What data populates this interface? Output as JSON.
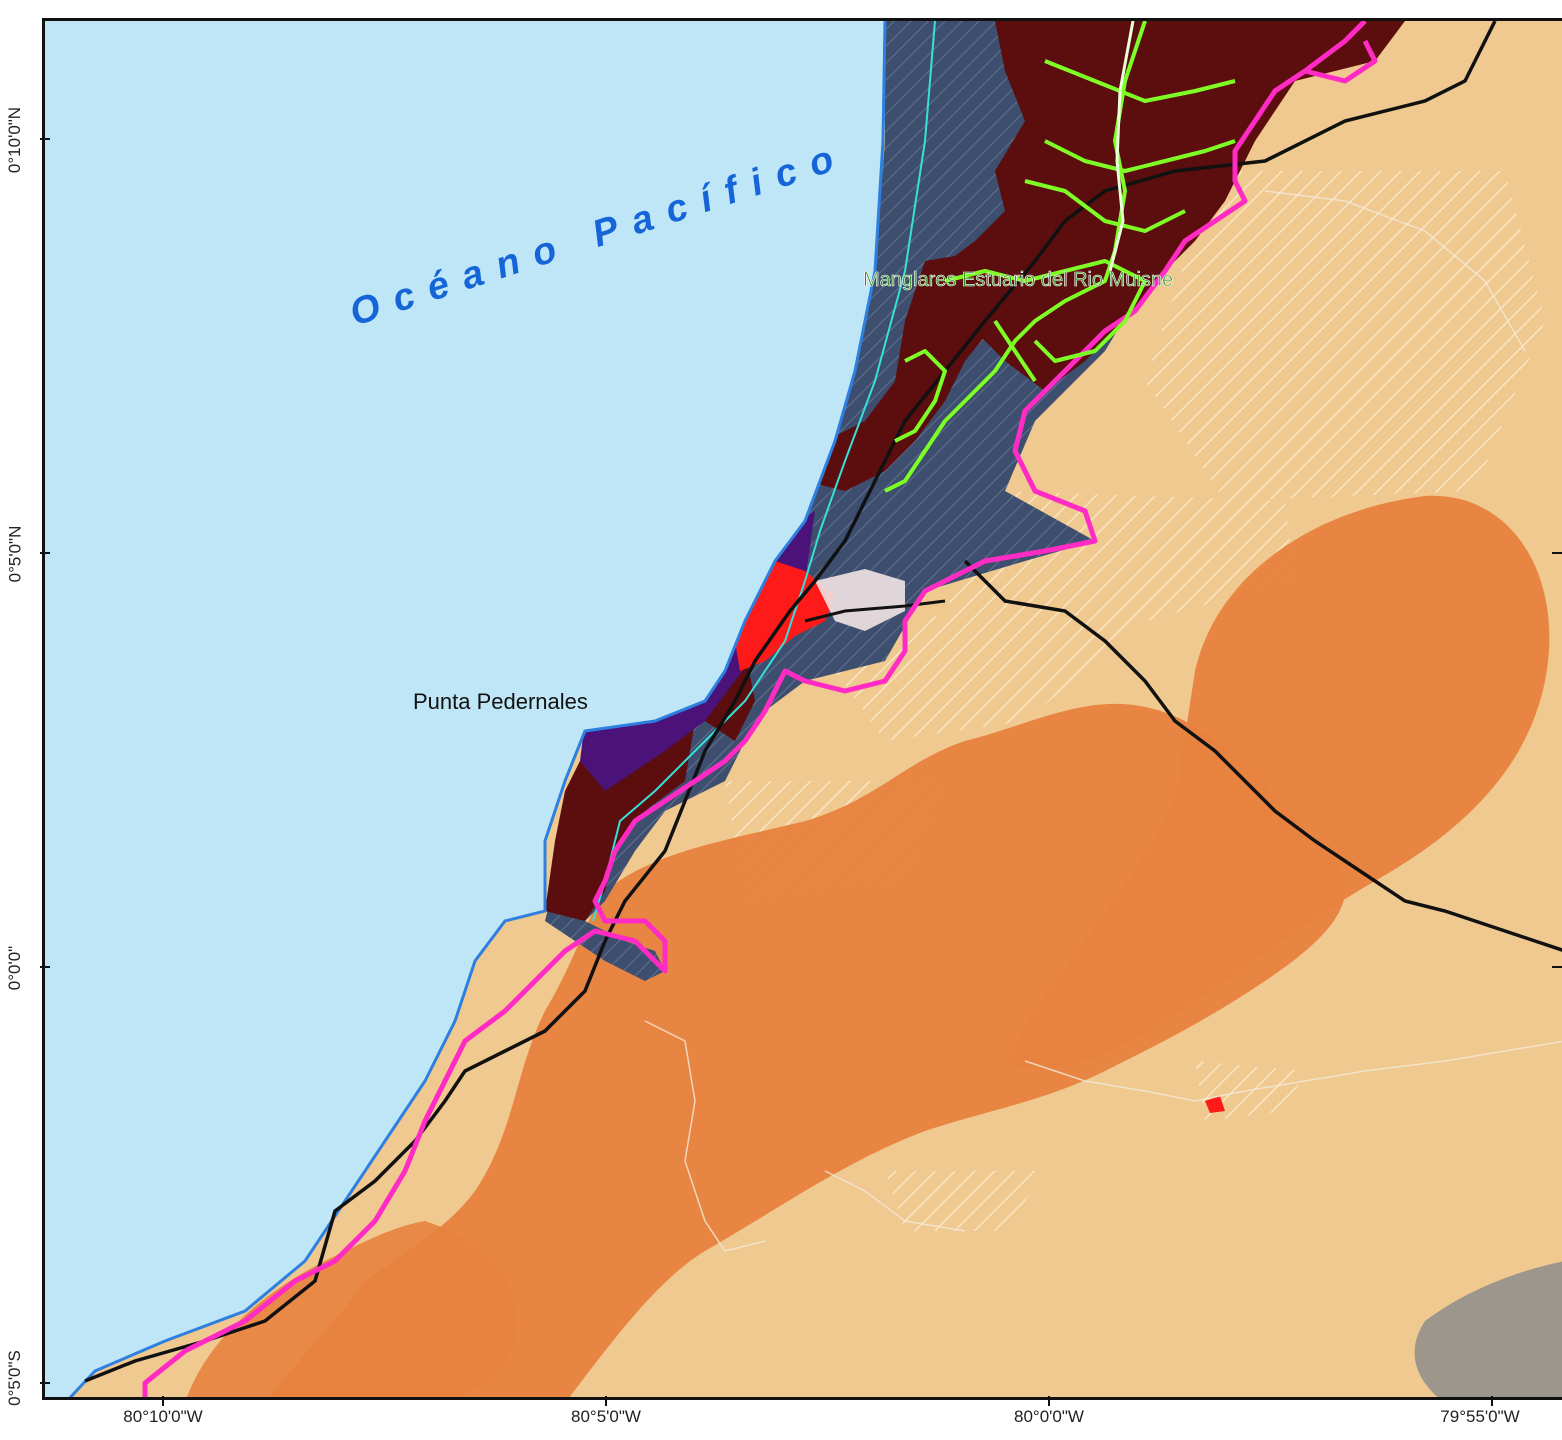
{
  "map": {
    "ocean_label": "Océano Pacífico",
    "place_label": "Punta Pedernales",
    "area_label": "Manglares Estuario del Rio Muisne"
  },
  "axes": {
    "lat_labels": [
      "0°10'0\"N",
      "0°5'0\"N",
      "0°0'0\"",
      "0°5'0\"S"
    ],
    "lon_labels": [
      "80°10'0\"W",
      "80°5'0\"W",
      "80°0'0\"W",
      "79°55'0\"W"
    ]
  },
  "colors": {
    "ocean": "#bfe6f7",
    "land": "#efc98f",
    "orange_zone": "#e8823f",
    "mangrove": "#5c0d0d",
    "estuary": "#3d4e6e",
    "purple": "#4b127a",
    "urban": "#ff1a1a",
    "boundary": "#ff2bc4",
    "road": "#111111",
    "mangrove_outline": "#7dff26",
    "coastline": "#2d7fe0",
    "label_ocean": "#1565d8",
    "label_area": "#2f8f1f"
  }
}
